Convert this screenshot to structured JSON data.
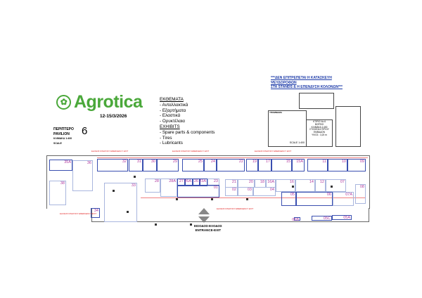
{
  "header": {
    "logo_text": "Agrotica",
    "date": "12-15/3/2026",
    "pavilion_gr": "ΠΕΡΙΠΤΕΡΟ",
    "pavilion_en": "PAVILION",
    "scale_gr": "ΚΛΙΜΑΚΑ 1:400",
    "scale_en": "SCALE",
    "pavilion_number": "6"
  },
  "exhibits": {
    "title_gr": "ΕΚΘΕΜΑΤΑ",
    "items_gr": [
      "- Ανταλλακτικά",
      "- Εξαρτήματα",
      "- Ελαστικά",
      "- Ορυκτέλαια"
    ],
    "title_en": "EXHIBITS",
    "items_en": [
      "- Spare parts & components",
      "- Tires",
      "- Lubricants"
    ]
  },
  "notice": {
    "line1": "***ΔΕΝ ΕΠΙΤΡΕΠΕΤΑΙ Η ΚΑΤΑΣΚΕΥΗ",
    "line2": "ΨΕΥΔΟΡΟΦΩΝ",
    "line3": "ΣΤΑ STANDS & Η ΕΠΕΝΔΥΣΗ ΚΟΛΟΝΩΝ***"
  },
  "legend": {
    "title": "ΥΠΟΜΝΗΜΑ",
    "scale": "SCALE 1:400",
    "building": [
      "ΚΤΙΡΙΟ Νο 6",
      "ΒΟΡΕΙΟ",
      "ΚΛΙΜΑΚΑ 1:400",
      "ΣΤΟΙΧΕΙΑ ΚΤΙΡΙΟΥ",
      "ΕΜΒΑΔΟΝ",
      "ΥΨΟΣ : 3,20 m"
    ]
  },
  "emergency_exit": "ΕΞΟΔΟΣ ΚΙΝΔΥΝΟΥ EMERGENCY EXIT",
  "entrance": {
    "gr": "ΕΙΣΟΔΟΣ-ΕΞΟΔΟΣ",
    "en": "ENTRANCE-EXIT"
  },
  "booths": [
    "35A",
    "36",
    "38",
    "32",
    "31",
    "30",
    "29",
    "33",
    "34",
    "28",
    "28A",
    "27",
    "26A",
    "26",
    "23A",
    "23",
    "01",
    "24",
    "22",
    "19",
    "17",
    "15",
    "15A",
    "11",
    "10",
    "09",
    "21",
    "20",
    "18",
    "16A",
    "16",
    "14",
    "12",
    "07",
    "08",
    "02",
    "03",
    "04",
    "05",
    "06",
    "07A",
    "05B",
    "05C",
    "05A",
    "25"
  ],
  "colors": {
    "brand": "#4aa83a",
    "booth": "#3a4fb0",
    "label": "#b03aa0",
    "alert": "#e02020"
  }
}
